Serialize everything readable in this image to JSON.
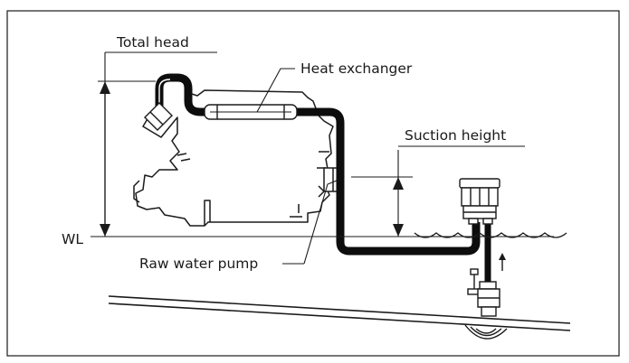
{
  "labels": {
    "total_head": "Total head",
    "heat_exchanger": "Heat exchanger",
    "suction_height": "Suction height",
    "wl": "WL",
    "raw_water_pump": "Raw water pump"
  },
  "colors": {
    "ink": "#1a1a1a",
    "pipe": "#0d0d0d",
    "background": "#ffffff"
  },
  "icons": {
    "flow_direction": "arrow-up-icon",
    "valve": "valve-handle-icon",
    "strainer": "strainer-icon",
    "intake": "hull-intake-icon"
  }
}
